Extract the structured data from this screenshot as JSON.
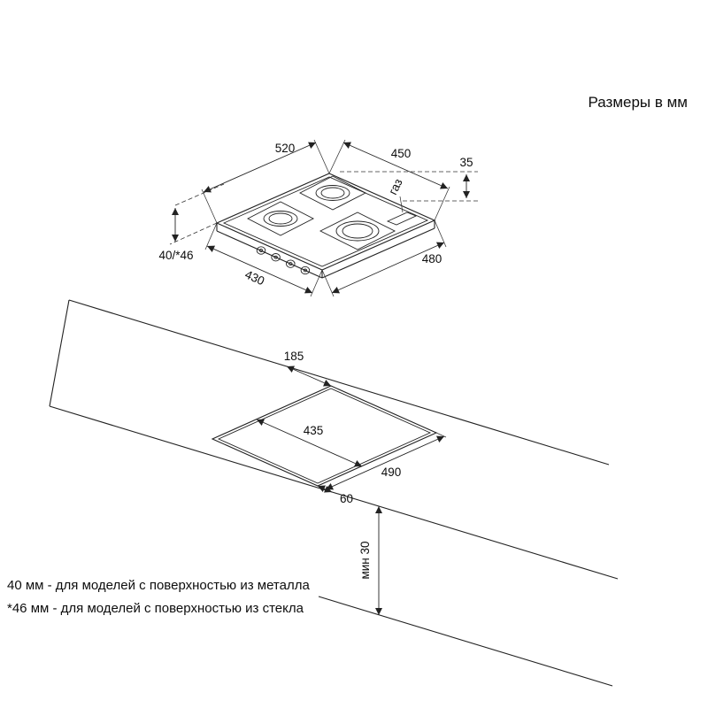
{
  "title": "Размеры в мм",
  "hob": {
    "top_width": "520",
    "top_depth": "450",
    "rim_height": "35",
    "body_height": "40/*46",
    "body_depth": "430",
    "body_width": "480",
    "gas_label": "газ"
  },
  "worktop": {
    "back_clearance": "185",
    "cutout_depth": "435",
    "cutout_width": "490",
    "front_clearance": "60",
    "min_edge": "мин 30"
  },
  "notes": {
    "line1": "40 мм - для моделей с поверхностью из металла",
    "line2": "*46 мм - для моделей с поверхностью из стекла"
  }
}
